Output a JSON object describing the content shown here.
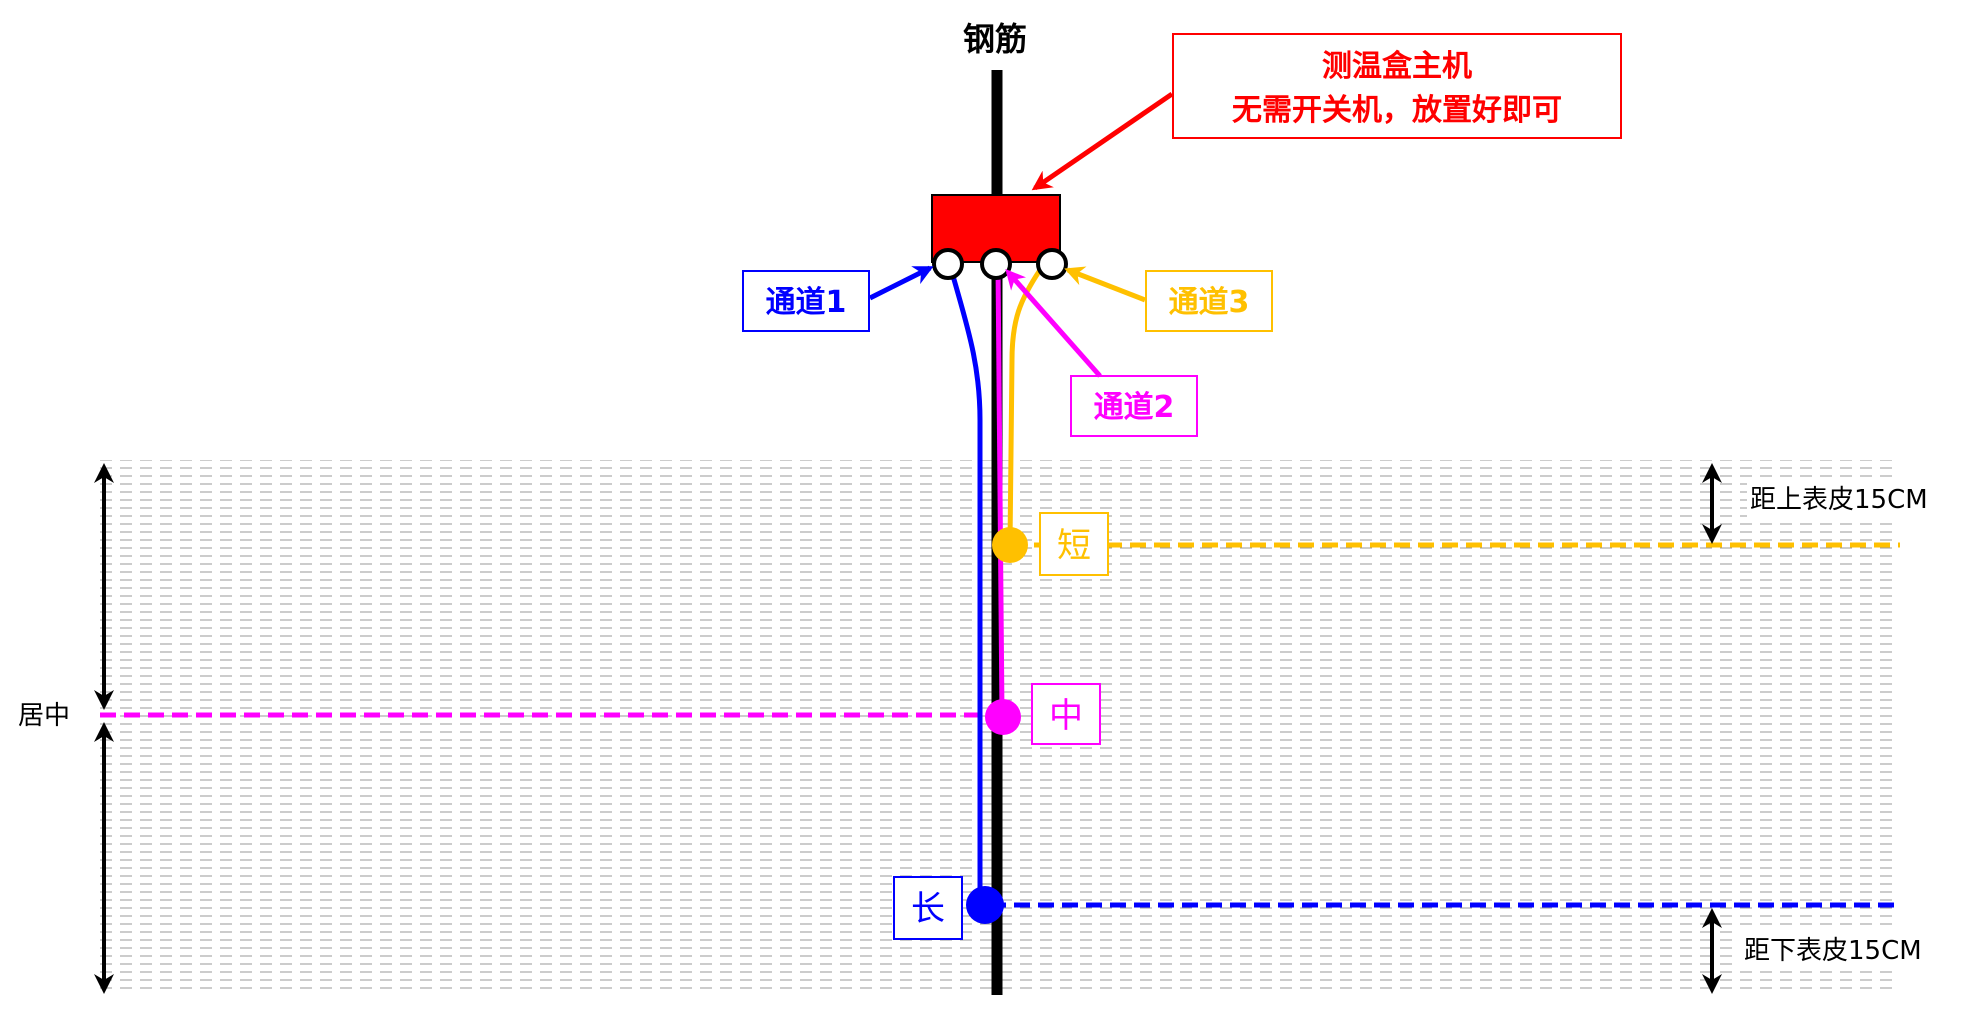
{
  "rebar_label": "钢筋",
  "host_box": {
    "line1": "测温盒主机",
    "line2": "无需开关机，放置好即可",
    "color": "#ff0000"
  },
  "channels": [
    {
      "label": "通道1",
      "color": "#0000ff"
    },
    {
      "label": "通道2",
      "color": "#ff00ff"
    },
    {
      "label": "通道3",
      "color": "#ffc000"
    }
  ],
  "sensors": {
    "short": {
      "label": "短",
      "color": "#ffc000"
    },
    "middle": {
      "label": "中",
      "color": "#ff00ff"
    },
    "long": {
      "label": "长",
      "color": "#0000ff"
    }
  },
  "dimensions": {
    "top": "距上表皮15CM",
    "bottom": "距下表皮15CM",
    "center": "居中"
  }
}
